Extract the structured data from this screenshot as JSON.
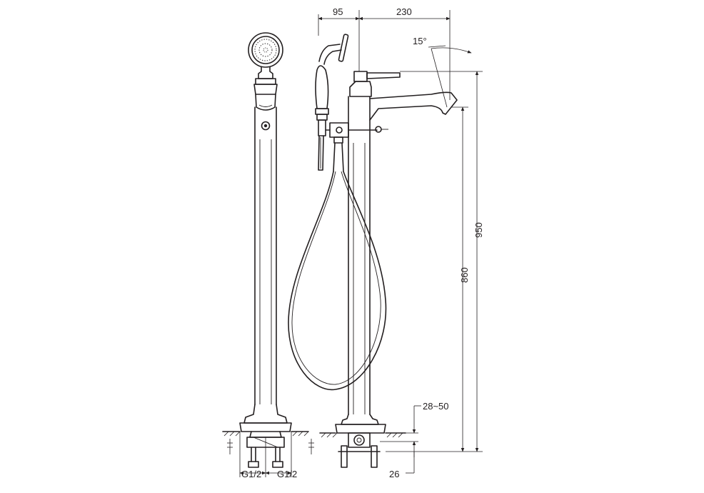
{
  "dimensions": {
    "handle_offset": "95",
    "spout_reach": "230",
    "lever_angle": "15°",
    "total_height": "950",
    "spout_height": "860",
    "floor_adjust": "28~50",
    "base_depth": "26",
    "inlet_left": "G1/2",
    "inlet_right": "G1/2"
  }
}
